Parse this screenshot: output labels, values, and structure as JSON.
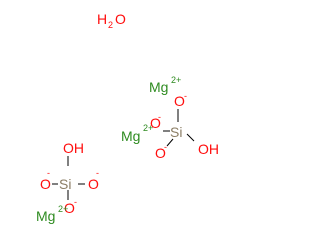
{
  "water": {
    "h": "H",
    "sub": "2",
    "o": "O"
  },
  "colors": {
    "o": "#ff0d0d",
    "si": "#8c7e65",
    "mg": "#2e8b20",
    "bond": "#000000"
  },
  "ions": {
    "mg1": {
      "symbol": "Mg",
      "charge": "2+"
    },
    "mg2": {
      "symbol": "Mg",
      "charge": "2+"
    },
    "mg3": {
      "symbol": "Mg",
      "charge": "2+"
    }
  },
  "silicate1": {
    "si": "Si",
    "o_top": {
      "symbol": "O",
      "charge": "-"
    },
    "o_left": {
      "symbol": "O",
      "charge": "-"
    },
    "o_bottom": {
      "symbol": "O",
      "charge": "-"
    },
    "oh": "OH"
  },
  "silicate2": {
    "si": "Si",
    "oh": "OH",
    "o_left": {
      "symbol": "O",
      "charge": "-"
    },
    "o_right": {
      "symbol": "O",
      "charge": "-"
    },
    "o_bottom": {
      "symbol": "O",
      "charge": "-"
    }
  }
}
